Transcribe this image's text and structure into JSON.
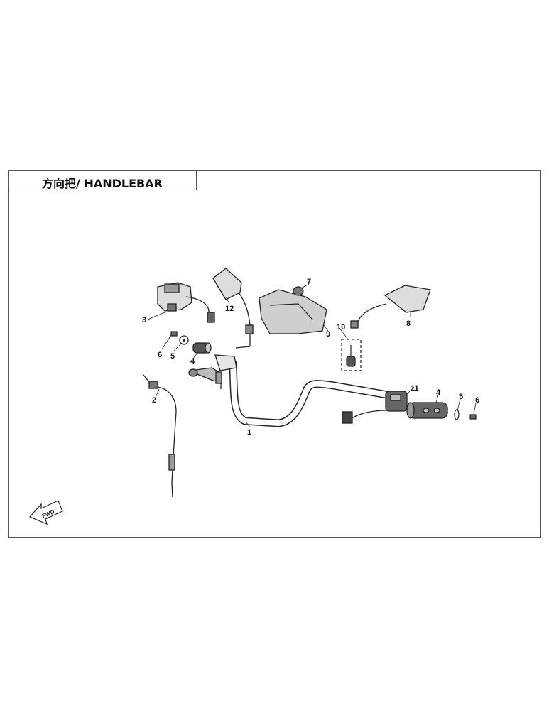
{
  "header": {
    "title": "方向把/ HANDLEBAR"
  },
  "callouts": {
    "c1": "1",
    "c2": "2",
    "c3": "3",
    "c4_left": "4",
    "c5_left": "5",
    "c6_left": "6",
    "c7": "7",
    "c8": "8",
    "c9": "9",
    "c10": "10",
    "c11": "11",
    "c12": "12",
    "c4_right": "4",
    "c5_right": "5",
    "c6_right": "6"
  },
  "fwd_label": "FWD",
  "colors": {
    "line": "#222222",
    "frame": "#555555",
    "part_fill": "#d8d8d8",
    "dark_fill": "#444444"
  }
}
